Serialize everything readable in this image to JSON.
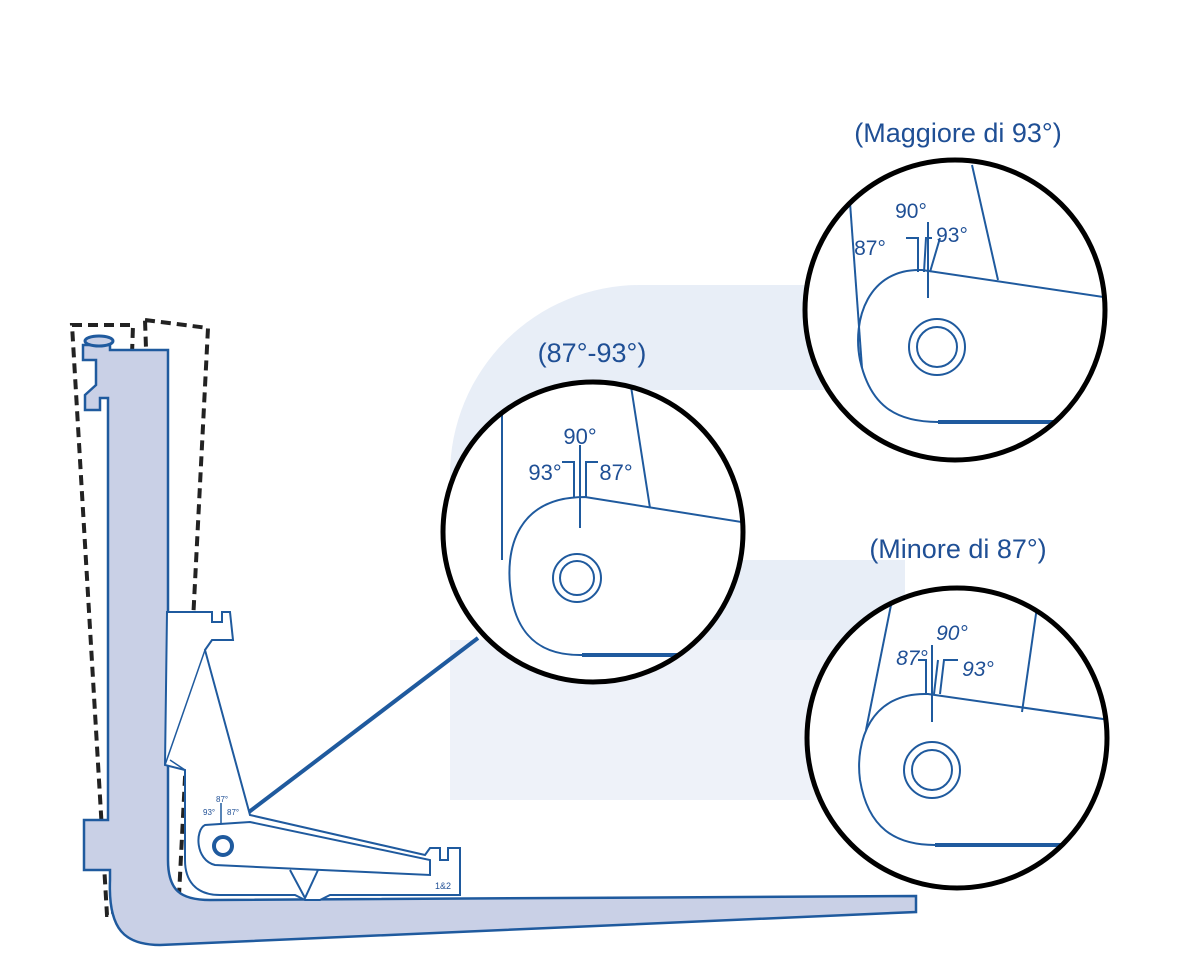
{
  "colors": {
    "primary_blue": "#1f5a9e",
    "fork_fill": "#c9d0e6",
    "background_watermark": "#e8eef7",
    "dashed": "#222222",
    "circle_outline": "#000000"
  },
  "views": {
    "correct": {
      "range_label": "(87°-93°)",
      "angle_left": "93°",
      "angle_center": "90°",
      "angle_right": "87°"
    },
    "greater": {
      "range_label": "(Maggiore di 93°)",
      "angle_left": "87°",
      "angle_center": "90°",
      "angle_right": "93°"
    },
    "less": {
      "range_label": "(Minore di 87°)",
      "angle_left": "87°",
      "angle_center": "90°",
      "angle_right": "93°"
    }
  },
  "fork": {
    "small_angle_top": "87°",
    "small_angle_left": "93°",
    "small_angle_right": "87°",
    "part_number": "1&2"
  }
}
